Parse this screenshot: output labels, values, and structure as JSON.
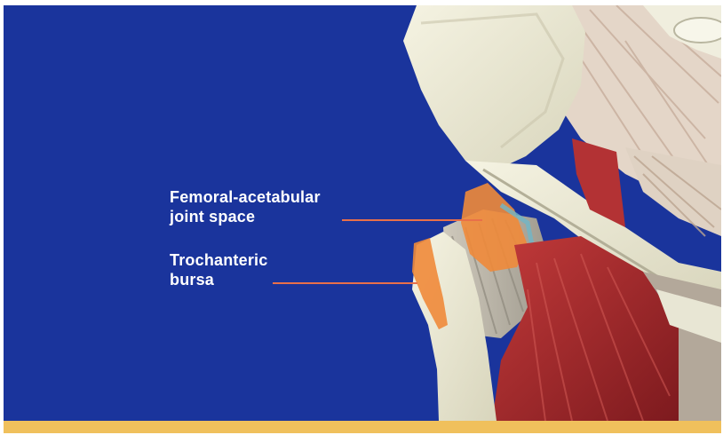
{
  "labels": {
    "femoral_acetabular": {
      "line1": "Femoral-acetabular",
      "line2": "joint space"
    },
    "trochanteric": {
      "line1": "Trochanteric",
      "line2": "bursa"
    }
  },
  "colors": {
    "background": "#1a349c",
    "footer": "#f0c05c",
    "leader_line": "#e8704a",
    "bone": "#ecebd6",
    "muscle": "#a82a2c",
    "ligament": "#ddcfbf",
    "bursa_highlight": "#ef8a3a",
    "cartilage_highlight": "#6fb6c8",
    "label_text": "#ffffff"
  }
}
